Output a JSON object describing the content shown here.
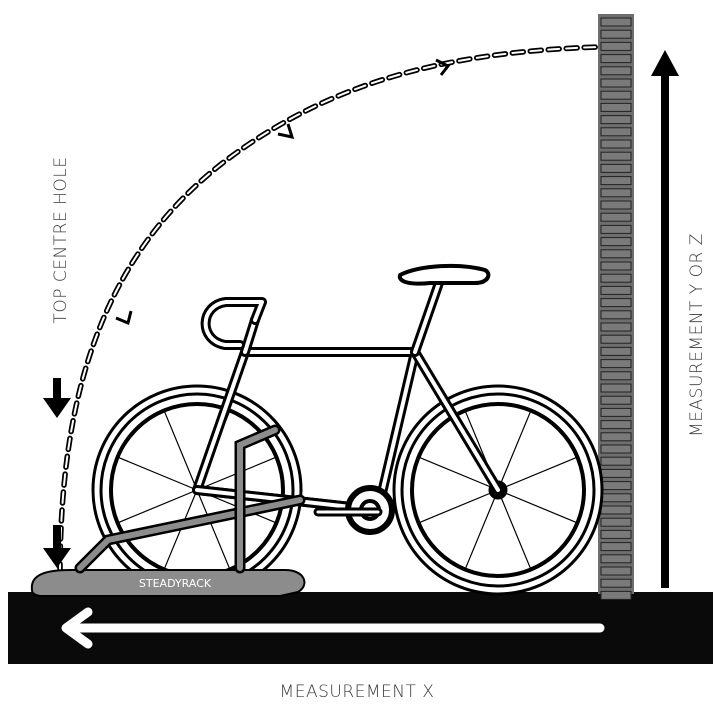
{
  "labels": {
    "top_centre_hole": "TOP CENTRE HOLE",
    "measurement_y_or_z": "MEASUREMENT Y OR Z",
    "measurement_x": "MEASUREMENT X",
    "rack_brand": "STEADYRACK"
  },
  "icons": {
    "left_arrows": "arrow-down-icon",
    "right_arrow": "arrow-up-icon",
    "floor_arrow": "arrow-left-icon"
  },
  "colors": {
    "ink": "#000000",
    "floor": "#0a0a0a",
    "rack": "#8c8c8c",
    "wall": "#6e6e6e",
    "text": "#3a3a3a"
  }
}
